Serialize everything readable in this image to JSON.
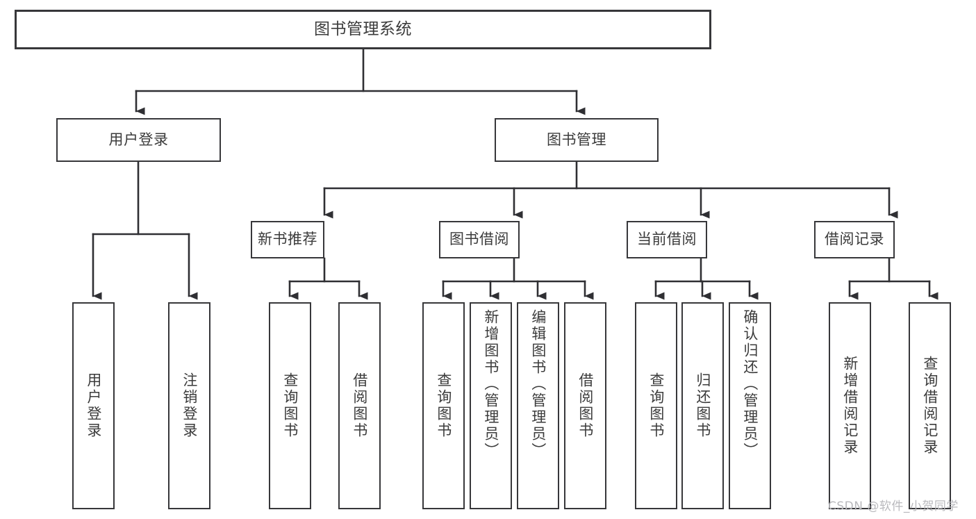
{
  "diagram": {
    "title": "图书管理系统",
    "type": "functional-structure-tree",
    "watermark": "CSDN @软件_小贺同学",
    "colors": {
      "border": "#37373a",
      "text": "#3b3b3b",
      "background": "#ffffff",
      "edge": "#2f2f33",
      "watermark": "#b9b9bd"
    },
    "root": {
      "label": "图书管理系统"
    },
    "level1": [
      {
        "label": "用户登录"
      },
      {
        "label": "图书管理"
      }
    ],
    "level2": [
      {
        "label": "新书推荐"
      },
      {
        "label": "图书借阅"
      },
      {
        "label": "当前借阅"
      },
      {
        "label": "借阅记录"
      }
    ],
    "leaves": {
      "user_login": [
        {
          "label": "用户登录"
        },
        {
          "label": "注销登录"
        }
      ],
      "new_book": [
        {
          "label": "查询图书"
        },
        {
          "label": "借阅图书"
        }
      ],
      "book_borrow": [
        {
          "label": "查询图书"
        },
        {
          "label": "新增图书（管理员）"
        },
        {
          "label": "编辑图书（管理员）"
        },
        {
          "label": "借阅图书"
        }
      ],
      "current_borrow": [
        {
          "label": "查询图书"
        },
        {
          "label": "归还图书"
        },
        {
          "label": "确认归还（管理员）"
        }
      ],
      "borrow_record": [
        {
          "label": "新增借阅记录"
        },
        {
          "label": "查询借阅记录"
        }
      ]
    }
  }
}
